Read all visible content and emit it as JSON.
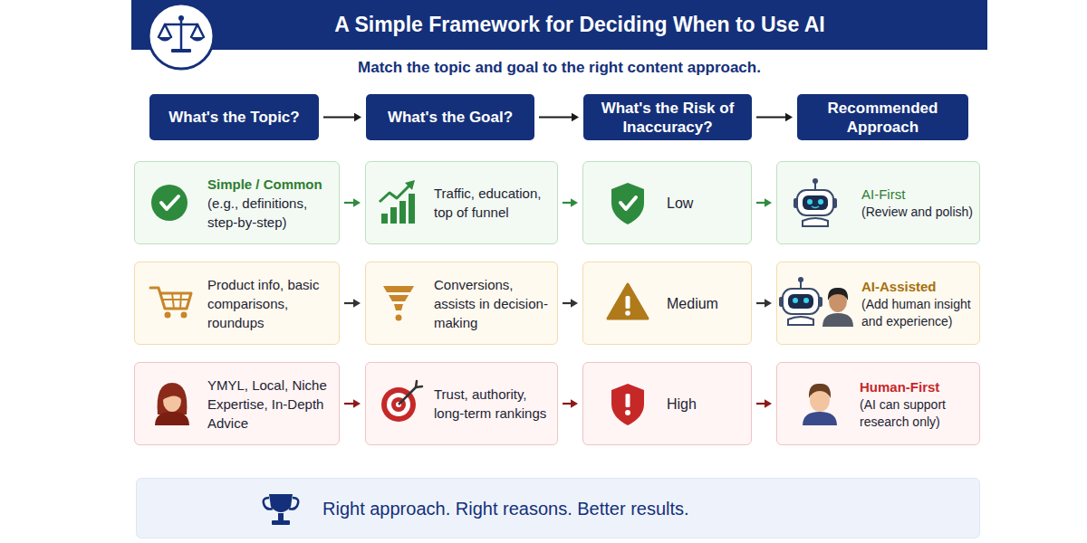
{
  "diagram": {
    "title": "A Simple Framework for Deciding When to Use AI",
    "nodes": [
      {
        "text": [
          "What's the Topic?"
        ]
      },
      {
        "text": [
          "What's the Goal?"
        ]
      },
      {
        "text": [
          "What's the Risk of Inaccuracy?"
        ]
      },
      {
        "text": [
          "Recommended Approach"
        ]
      },
      {
        "text": [
          "Simple / Common",
          "(e.g., definitions, step-by-step)"
        ]
      },
      {
        "text": [
          "Traffic, education, top of funnel"
        ]
      },
      {
        "text": [
          "Low"
        ]
      },
      {
        "text": [
          "AI-First",
          "(Review and polish)"
        ]
      },
      {
        "text": [
          "Product info, basic comparisons, roundups"
        ]
      },
      {
        "text": [
          "Conversions, assists in decision-making"
        ]
      },
      {
        "text": [
          "Medium"
        ]
      },
      {
        "text": [
          "AI-Assisted",
          "(Add human insight and experience)"
        ]
      },
      {
        "text": [
          "YMYL, Local, Niche Expertise, In-Depth Advice"
        ]
      },
      {
        "text": [
          "Trust, authority, long-term rankings"
        ]
      },
      {
        "text": [
          "High"
        ]
      },
      {
        "text": [
          "Human-First",
          "(AI can support research only)"
        ]
      },
      {
        "text": [
          "Right approach. Right reasons. Better results."
        ]
      }
    ],
    "edges": [
      {
        "from": 0,
        "to": 1,
        "arrow": "to"
      },
      {
        "from": 1,
        "to": 2,
        "arrow": "to"
      },
      {
        "from": 2,
        "to": 3,
        "arrow": "to"
      },
      {
        "from": 4,
        "to": 5,
        "arrow": "to"
      },
      {
        "from": 5,
        "to": 6,
        "arrow": "to"
      },
      {
        "from": 6,
        "to": 7,
        "arrow": "to"
      },
      {
        "from": 8,
        "to": 9,
        "arrow": "to"
      },
      {
        "from": 9,
        "to": 10,
        "arrow": "to"
      },
      {
        "from": 10,
        "to": 11,
        "arrow": "to"
      },
      {
        "from": 12,
        "to": 13,
        "arrow": "to"
      },
      {
        "from": 13,
        "to": 14,
        "arrow": "to"
      },
      {
        "from": 14,
        "to": 15,
        "arrow": "to"
      }
    ],
    "labels": [
      "Match the topic and goal to the right content approach."
    ]
  }
}
